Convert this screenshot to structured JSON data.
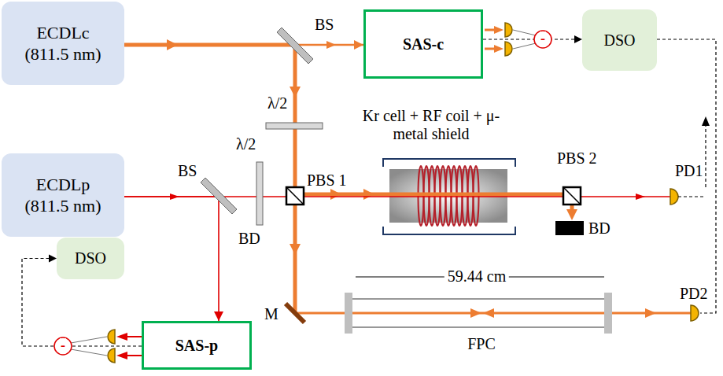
{
  "diagram": {
    "nodes": [
      {
        "text": [
          "ECDLc",
          "(811.5 nm)"
        ]
      },
      {
        "text": [
          "SAS-c"
        ]
      },
      {
        "text": [
          "DSO"
        ]
      },
      {
        "text": [
          "ECDLp",
          "(811.5 nm)"
        ]
      },
      {
        "text": [
          "DSO"
        ]
      },
      {
        "text": [
          "SAS-p"
        ]
      }
    ],
    "edges": [
      {
        "from": 0,
        "to": 1,
        "arrow": "to"
      },
      {
        "from": 3,
        "to": 5,
        "arrow": "to"
      },
      {
        "from": 1,
        "to": 2,
        "arrow": "to"
      },
      {
        "from": 5,
        "to": 4,
        "arrow": "to"
      }
    ],
    "labels": [
      "BS",
      "-",
      "λ/2",
      "λ/2",
      "Kr cell + RF coil + μ-metal shield",
      "PBS 1",
      "PBS 2",
      "BS",
      "BD",
      "BD",
      "PD1",
      "M",
      "59.44 cm",
      "PD2",
      "FPC",
      "-"
    ]
  }
}
